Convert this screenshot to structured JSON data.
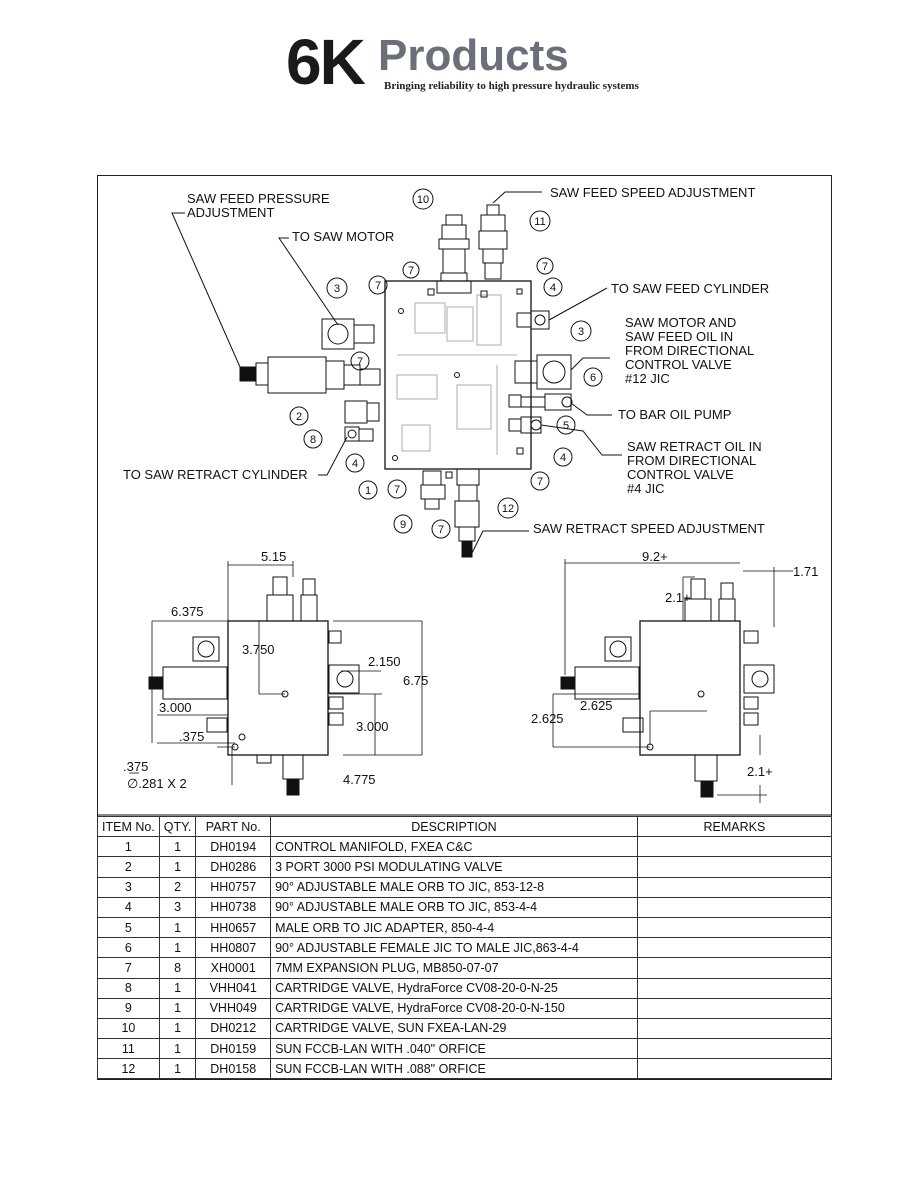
{
  "logo": {
    "mark": "6K",
    "word": "Products",
    "tagline": "Bringing reliability to high pressure hydraulic systems"
  },
  "callouts": {
    "saw_feed_pressure_1": "SAW FEED PRESSURE",
    "saw_feed_pressure_2": "ADJUSTMENT",
    "to_saw_motor": "TO SAW MOTOR",
    "saw_feed_speed": "SAW FEED SPEED ADJUSTMENT",
    "to_saw_feed_cylinder": "TO SAW FEED CYLINDER",
    "saw_motor_1": "SAW MOTOR AND",
    "saw_motor_2": "SAW FEED OIL IN",
    "saw_motor_3": "FROM DIRECTIONAL",
    "saw_motor_4": "CONTROL VALVE",
    "saw_motor_5": "#12 JIC",
    "to_bar_oil_pump": "TO BAR OIL PUMP",
    "saw_retract_oil_1": "SAW RETRACT OIL IN",
    "saw_retract_oil_2": "FROM DIRECTIONAL",
    "saw_retract_oil_3": "CONTROL VALVE",
    "saw_retract_oil_4": "#4 JIC",
    "to_saw_retract_cylinder": "TO SAW RETRACT CYLINDER",
    "saw_retract_speed": "SAW RETRACT SPEED ADJUSTMENT"
  },
  "balloons": {
    "b10": "10",
    "b11": "11",
    "b7a": "7",
    "b7b": "7",
    "b7c": "7",
    "b7d": "7",
    "b7e": "7",
    "b7f": "7",
    "b7g": "7",
    "b4a": "4",
    "b4b": "4",
    "b4c": "4",
    "b3a": "3",
    "b3b": "3",
    "b6": "6",
    "b5": "5",
    "b2": "2",
    "b8": "8",
    "b1": "1",
    "b9": "9",
    "b12": "12"
  },
  "dims_left": {
    "d515": "5.15",
    "d6375": "6.375",
    "d3750": "3.750",
    "d2150": "2.150",
    "d675": "6.75",
    "d3000a": "3.000",
    "d3000b": "3.000",
    "d375a": ".375",
    "d375b": ".375",
    "hole": "∅.281 X 2",
    "d4775": "4.775"
  },
  "dims_right": {
    "d92": "9.2+",
    "d171": "1.71",
    "d21a": "2.1+",
    "d2625a": "2.625",
    "d2625b": "2.625",
    "d21b": "2.1+"
  },
  "bom": {
    "headers": [
      "ITEM No.",
      "QTY.",
      "PART No.",
      "DESCRIPTION",
      "REMARKS"
    ],
    "rows": [
      [
        "1",
        "1",
        "DH0194",
        "CONTROL MANIFOLD, FXEA C&C",
        ""
      ],
      [
        "2",
        "1",
        "DH0286",
        "3 PORT 3000 PSI MODULATING VALVE",
        ""
      ],
      [
        "3",
        "2",
        "HH0757",
        "90° ADJUSTABLE MALE ORB TO JIC, 853-12-8",
        ""
      ],
      [
        "4",
        "3",
        "HH0738",
        "90° ADJUSTABLE MALE ORB TO JIC, 853-4-4",
        ""
      ],
      [
        "5",
        "1",
        "HH0657",
        "MALE ORB TO JIC  ADAPTER, 850-4-4",
        ""
      ],
      [
        "6",
        "1",
        "HH0807",
        "90° ADJUSTABLE FEMALE JIC TO  MALE JIC,863-4-4",
        ""
      ],
      [
        "7",
        "8",
        "XH0001",
        "7MM EXPANSION PLUG, MB850-07-07",
        ""
      ],
      [
        "8",
        "1",
        "VHH041",
        "CARTRIDGE VALVE, HydraForce CV08-20-0-N-25",
        ""
      ],
      [
        "9",
        "1",
        "VHH049",
        "CARTRIDGE VALVE, HydraForce CV08-20-0-N-150",
        ""
      ],
      [
        "10",
        "1",
        "DH0212",
        "CARTRIDGE VALVE, SUN FXEA-LAN-29",
        ""
      ],
      [
        "11",
        "1",
        "DH0159",
        "SUN FCCB-LAN WITH .040\" ORFICE",
        ""
      ],
      [
        "12",
        "1",
        "DH0158",
        "SUN FCCB-LAN WITH .088\" ORFICE",
        ""
      ]
    ]
  }
}
